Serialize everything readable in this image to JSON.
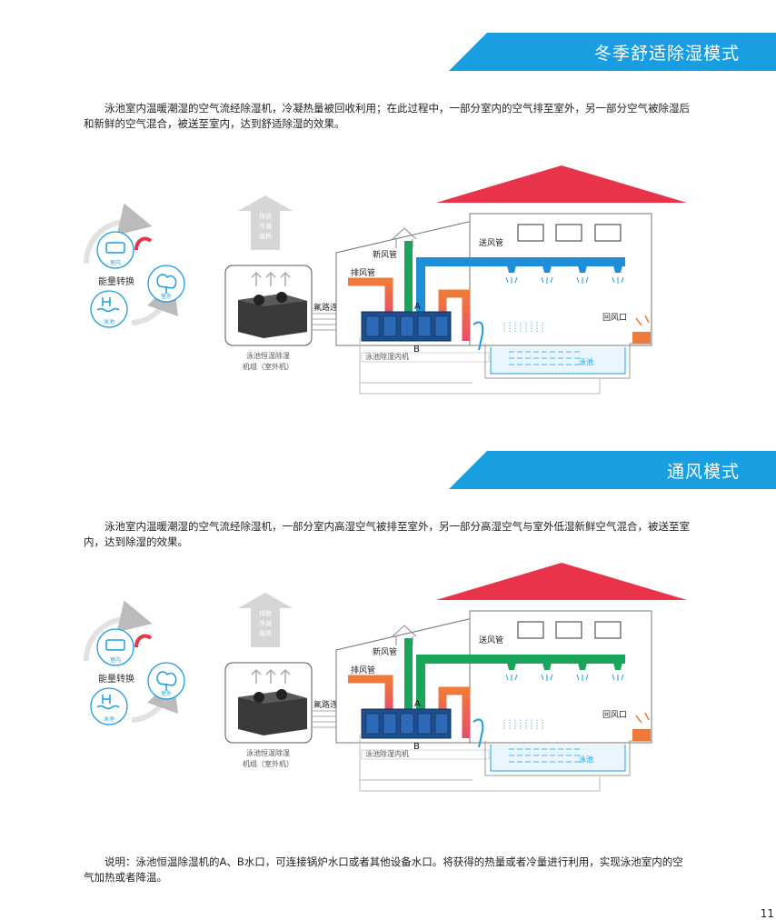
{
  "sections": [
    {
      "banner": "冬季舒适除湿模式",
      "desc": "泳池室内温暖潮湿的空气流经除湿机，冷凝热量被回收利用；在此过程中，一部分室内的空气排至室外，另一部分空气被除湿后和新鲜的空气混合，被送至室内，达到舒适除湿的效果。",
      "supply_color": "#1e8ed8"
    },
    {
      "banner": "通风模式",
      "desc": "泳池室内温暖潮湿的空气流经除湿机，一部分室内高湿空气被排至室外，另一部分高湿空气与室外低湿新鲜空气混合，被送至室内，达到除湿的效果。",
      "supply_color": "#19a55a"
    }
  ],
  "labels": {
    "energy": "能量转换",
    "indoor": "室内",
    "outdoor": "室外",
    "pool": "泳池",
    "exhaust_cloud": [
      "排放",
      "冷凝",
      "废热"
    ],
    "outdoor_unit": [
      "泳池恒温除湿",
      "机组（室外机）"
    ],
    "refrigerant": "氟路连管",
    "fresh_air": "新风管",
    "exhaust_duct": "排风管",
    "supply_duct": "送风管",
    "return_vent": "回风口",
    "indoor_unit": "泳池除湿内机",
    "port_a": "A",
    "port_b": "B"
  },
  "note": "说明：泳池恒温除湿机的A、B水口，可连接锅炉水口或者其他设备水口。将获得的热量或者冷量进行利用，实现泳池室内的空气加热或者降温。",
  "page_number": "11",
  "colors": {
    "banner": "#1a9ee2",
    "roof": "#e8334a",
    "exhaust": "#ef7a3a",
    "fresh": "#19a55a",
    "supply_winter": "#1e8ed8",
    "unit": "#1f4e8c"
  }
}
